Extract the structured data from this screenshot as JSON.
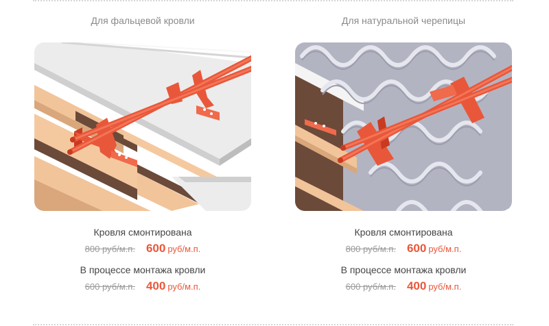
{
  "products": [
    {
      "title": "Для фальцевой кровли",
      "illustration_icon": "snow-guard-standing-seam-illustration",
      "prices": [
        {
          "label": "Кровля смонтирована",
          "old_price": "800 руб/м.п.",
          "new_amount": "600",
          "new_unit": "руб/м.п."
        },
        {
          "label": "В процессе монтажа кровли",
          "old_price": "600 руб/м.п.",
          "new_amount": "400",
          "new_unit": "руб/м.п."
        }
      ]
    },
    {
      "title": "Для натуральной черепицы",
      "illustration_icon": "snow-guard-natural-tile-illustration",
      "prices": [
        {
          "label": "Кровля смонтирована",
          "old_price": "800 руб/м.п.",
          "new_amount": "600",
          "new_unit": "руб/м.п."
        },
        {
          "label": "В процессе монтажа кровли",
          "old_price": "600 руб/м.п.",
          "new_amount": "400",
          "new_unit": "руб/м.п."
        }
      ]
    }
  ],
  "colors": {
    "accent": "#e9573a",
    "wood_light": "#f2c49a",
    "wood_dark": "#6b4a3a",
    "metal_sheet": "#e9e9e9",
    "tile": "#b3b4c2"
  }
}
